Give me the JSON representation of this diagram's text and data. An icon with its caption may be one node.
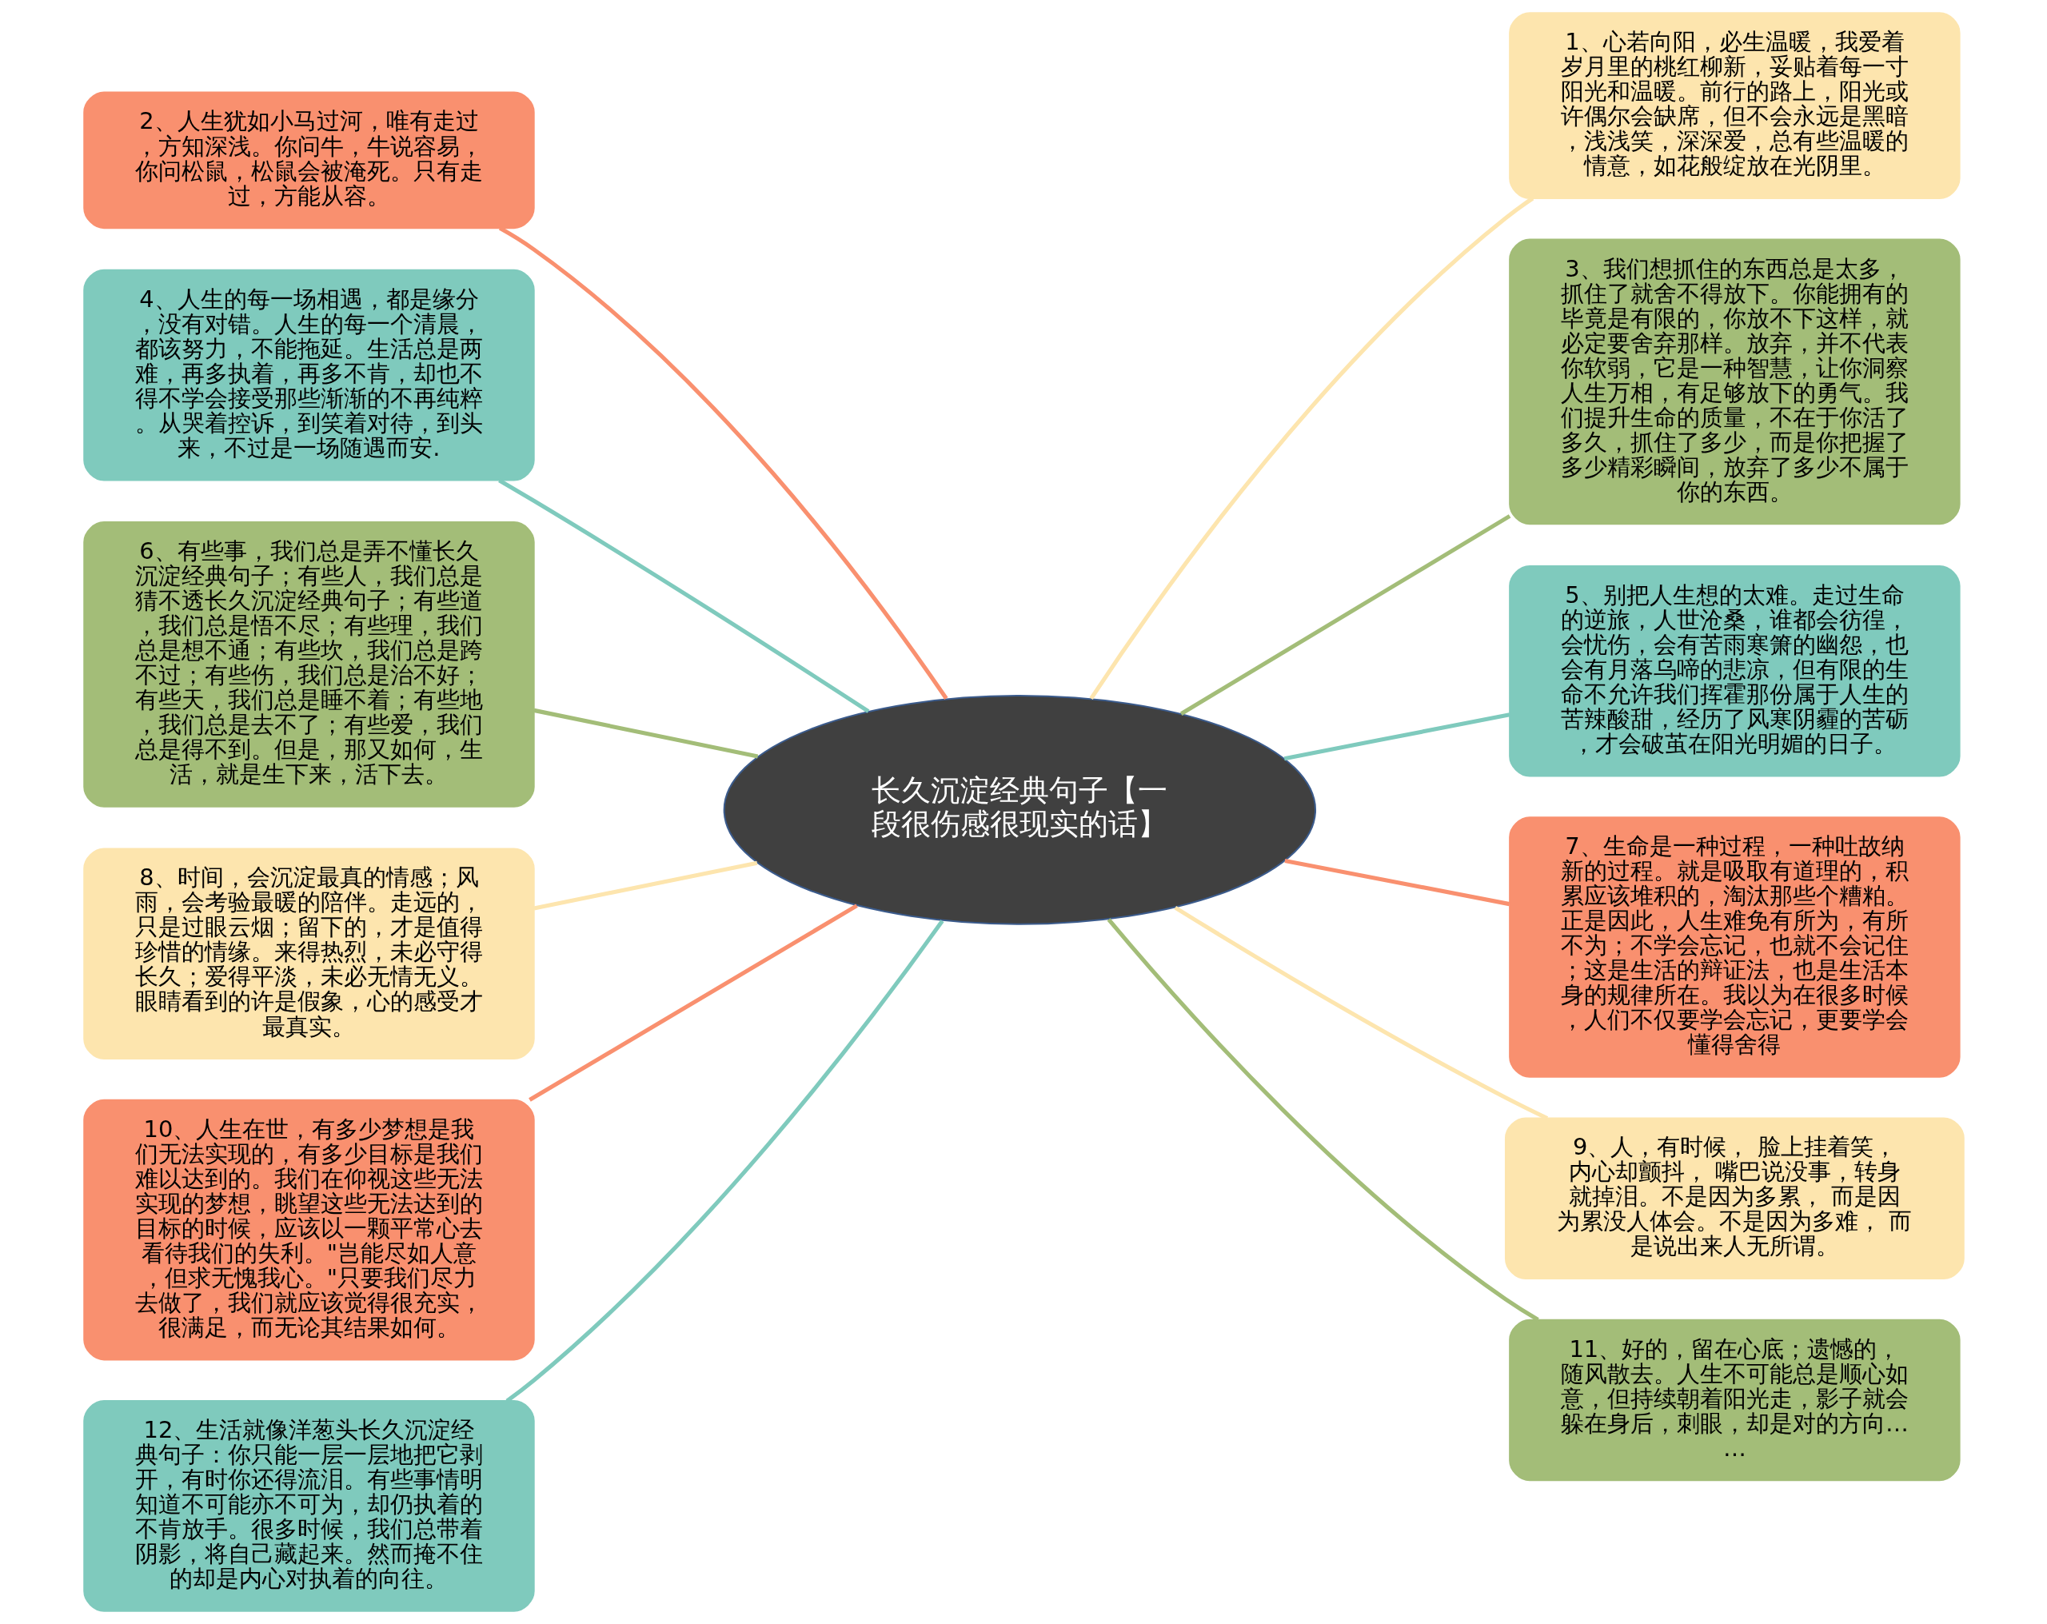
{
  "diagram": {
    "nodes": [
      {
        "text": [
          "长久沉淀经典句子【一段很伤感很现实的话】"
        ]
      },
      {
        "text": [
          "1、心若向阳，必生温暖，我爱着岁月里的桃红柳新，妥贴着每一寸阳光和温暖。前行的路上，阳光或许偶尔会缺席，但不会永远是黑暗，浅浅笑，深深爱，总有些温暖的情意，如花般绽放在光阴里。"
        ]
      },
      {
        "text": [
          "2、人生犹如小马过河，唯有走过，方知深浅。你问牛，牛说容易，你问松鼠，松鼠会被淹死。只有走过，方能从容。"
        ]
      },
      {
        "text": [
          "3、我们想抓住的东西总是太多，抓住了就舍不得放下。你能拥有的毕竟是有限的，你放不下这样，就必定要舍弃那样。放弃，并不代表你软弱，它是一种智慧，让你洞察人生万相，有足够放下的勇气。我们提升生命的质量，不在于你活了多久，抓住了多少，而是你把握了多少精彩瞬间，放弃了多少不属于你的东西。"
        ]
      },
      {
        "text": [
          "4、人生的每一场相遇，都是缘分，没有对错。人生的每一个清晨，都该努力，不能拖延。生活总是两难，再多执着，再多不肯，却也不得不学会接受那些渐渐的不再纯粹。从哭着控诉，到笑着对待，到头来，不过是一场随遇而安."
        ]
      },
      {
        "text": [
          "5、别把人生想的太难。走过生命的逆旅，人世沧桑，谁都会彷徨，会忧伤，会有苦雨寒箫的幽怨，也会有月落乌啼的悲凉，但有限的生命不允许我们挥霍那份属于人生的苦辣酸甜，经历了风寒阴霾的苦砺，才会破茧在阳光明媚的日子。"
        ]
      },
      {
        "text": [
          "6、有些事，我们总是弄不懂长久沉淀经典句子；有些人，我们总是猜不透长久沉淀经典句子；有些道，我们总是悟不尽；有些理，我们总是想不通；有些坎，我们总是跨不过；有些伤，我们总是治不好；有些天，我们总是睡不着；有些地，我们总是去不了；有些爱，我们总是得不到。但是，那又如何，生活，就是生下来，活下去。"
        ]
      },
      {
        "text": [
          "7、生命是一种过程，一种吐故纳新的过程。就是吸取有道理的，积累应该堆积的，淘汰那些个糟粕。正是因此，人生难免有所为，有所不为；不学会忘记，也就不会记住；这是生活的辩证法，也是生活本身的规律所在。我以为在很多时候，人们不仅要学会忘记，更要学会懂得舍得"
        ]
      },
      {
        "text": [
          "8、时间，会沉淀最真的情感；风雨，会考验最暖的陪伴。走远的，只是过眼云烟；留下的，才是值得珍惜的情缘。来得热烈，未必守得长久；爱得平淡，未必无情无义。眼睛看到的许是假象，心的感受才最真实。"
        ]
      },
      {
        "text": [
          "9、人，有时候， 脸上挂着笑，内心却颤抖， 嘴巴说没事，转身就掉泪。不是因为多累， 而是因为累没人体会。不是因为多难， 而是说出来人无所谓。"
        ]
      },
      {
        "text": [
          "10、人生在世，有多少梦想是我们无法实现的，有多少目标是我们难以达到的。我们在仰视这些无法实现的梦想，眺望这些无法达到的目标的时候，应该以一颗平常心去看待我们的失利。\"岂能尽如人意，但求无愧我心。\"只要我们尽力去做了，我们就应该觉得很充实，很满足，而无论其结果如何。"
        ]
      },
      {
        "text": [
          "11、好的，留在心底；遗憾的，随风散去。人生不可能总是顺心如意，但持续朝着阳光走，影子就会躲在身后，刺眼，却是对的方向……"
        ]
      },
      {
        "text": [
          "12、生活就像洋葱头长久沉淀经典句子：你只能一层一层地把它剥开，有时你还得流泪。有些事情明知道不可能亦不可为，却仍执着的不肯放手。很多时候，我们总带着阴影，将自己藏起来。然而掩不住的却是内心对执着的向往。"
        ]
      }
    ],
    "edges": [
      {
        "from": 0,
        "to": 1,
        "arrow": "none",
        "color": "#fde5ae"
      },
      {
        "from": 0,
        "to": 2,
        "arrow": "none",
        "color": "#f9906f"
      },
      {
        "from": 0,
        "to": 3,
        "arrow": "none",
        "color": "#a3bd78"
      },
      {
        "from": 0,
        "to": 4,
        "arrow": "none",
        "color": "#7fcabd"
      },
      {
        "from": 0,
        "to": 5,
        "arrow": "none",
        "color": "#7fcabd"
      },
      {
        "from": 0,
        "to": 6,
        "arrow": "none",
        "color": "#a3bd78"
      },
      {
        "from": 0,
        "to": 7,
        "arrow": "none",
        "color": "#f9906f"
      },
      {
        "from": 0,
        "to": 8,
        "arrow": "none",
        "color": "#fde5ae"
      },
      {
        "from": 0,
        "to": 9,
        "arrow": "none",
        "color": "#fde5ae"
      },
      {
        "from": 0,
        "to": 10,
        "arrow": "none",
        "color": "#f9906f"
      },
      {
        "from": 0,
        "to": 11,
        "arrow": "none",
        "color": "#a3bd78"
      },
      {
        "from": 0,
        "to": 12,
        "arrow": "none",
        "color": "#7fcabd"
      }
    ]
  }
}
